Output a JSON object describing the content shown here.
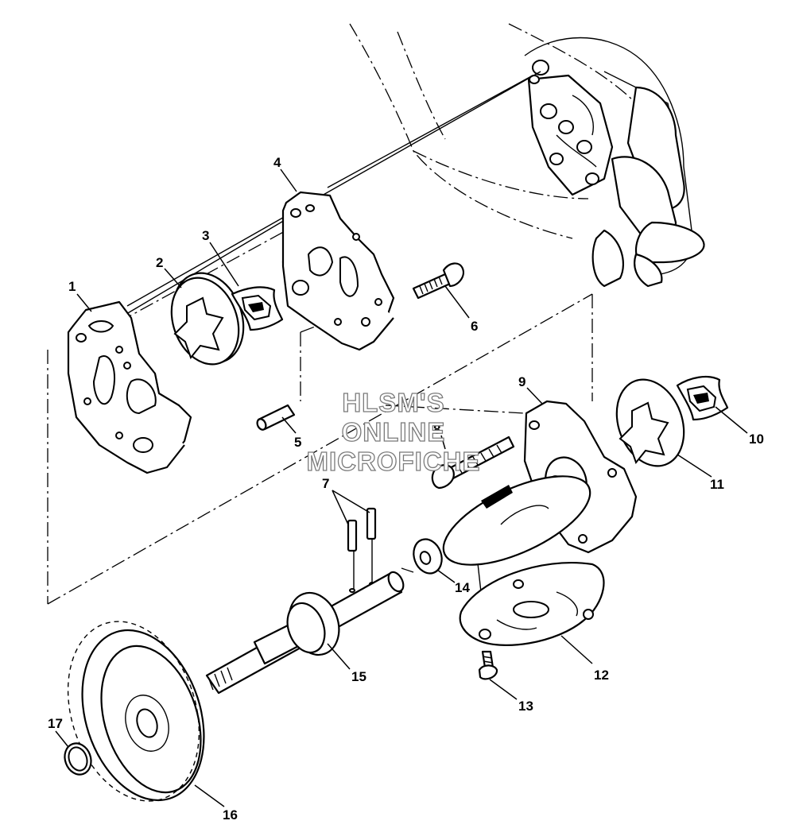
{
  "watermark": {
    "line1": "HLSM'S",
    "line2": "ONLINE",
    "line3": "MICROFICHE"
  },
  "callouts": [
    "1",
    "2",
    "3",
    "4",
    "5",
    "6",
    "7",
    "8",
    "9",
    "10",
    "11",
    "12",
    "13",
    "14",
    "15",
    "16",
    "17"
  ]
}
